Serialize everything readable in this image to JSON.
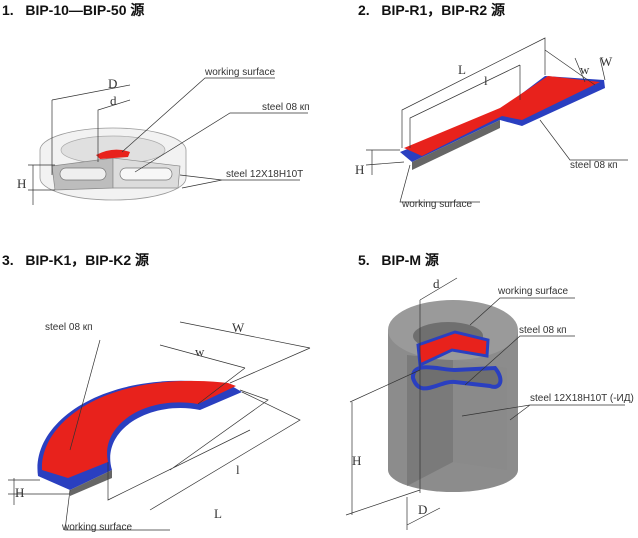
{
  "colors": {
    "working_surface": "#e8221c",
    "steel_08": "#2a3fc0",
    "steel_body": "#9a9a9a"
  },
  "panels": [
    {
      "title": "1.   BIP-10—BIP-50 源",
      "labels": {
        "working_surface": "working surface",
        "steel_08": "steel 08 кп",
        "steel_12": "steel 12X18H10T"
      },
      "dims": {
        "D": "D",
        "d": "d",
        "H": "H"
      }
    },
    {
      "title": "2.   BIP-R1，BIP-R2 源",
      "labels": {
        "working_surface": "working surface",
        "steel_08": "steel 08 кп"
      },
      "dims": {
        "L": "L",
        "l": "l",
        "w": "w",
        "W": "W",
        "H": "H"
      }
    },
    {
      "title": "3.   BIP-K1，BIP-K2 源",
      "labels": {
        "working_surface": "working surface",
        "steel_08": "steel 08 кп"
      },
      "dims": {
        "W": "W",
        "w": "w",
        "l": "l",
        "L": "L",
        "H": "H"
      }
    },
    {
      "title": "5.   BIP-M 源",
      "labels": {
        "working_surface": "working surface",
        "steel_08": "steel 08 кп",
        "steel_12": "steel 12X18H10T (-ИД)"
      },
      "dims": {
        "d": "d",
        "H": "H",
        "D": "D"
      }
    }
  ]
}
